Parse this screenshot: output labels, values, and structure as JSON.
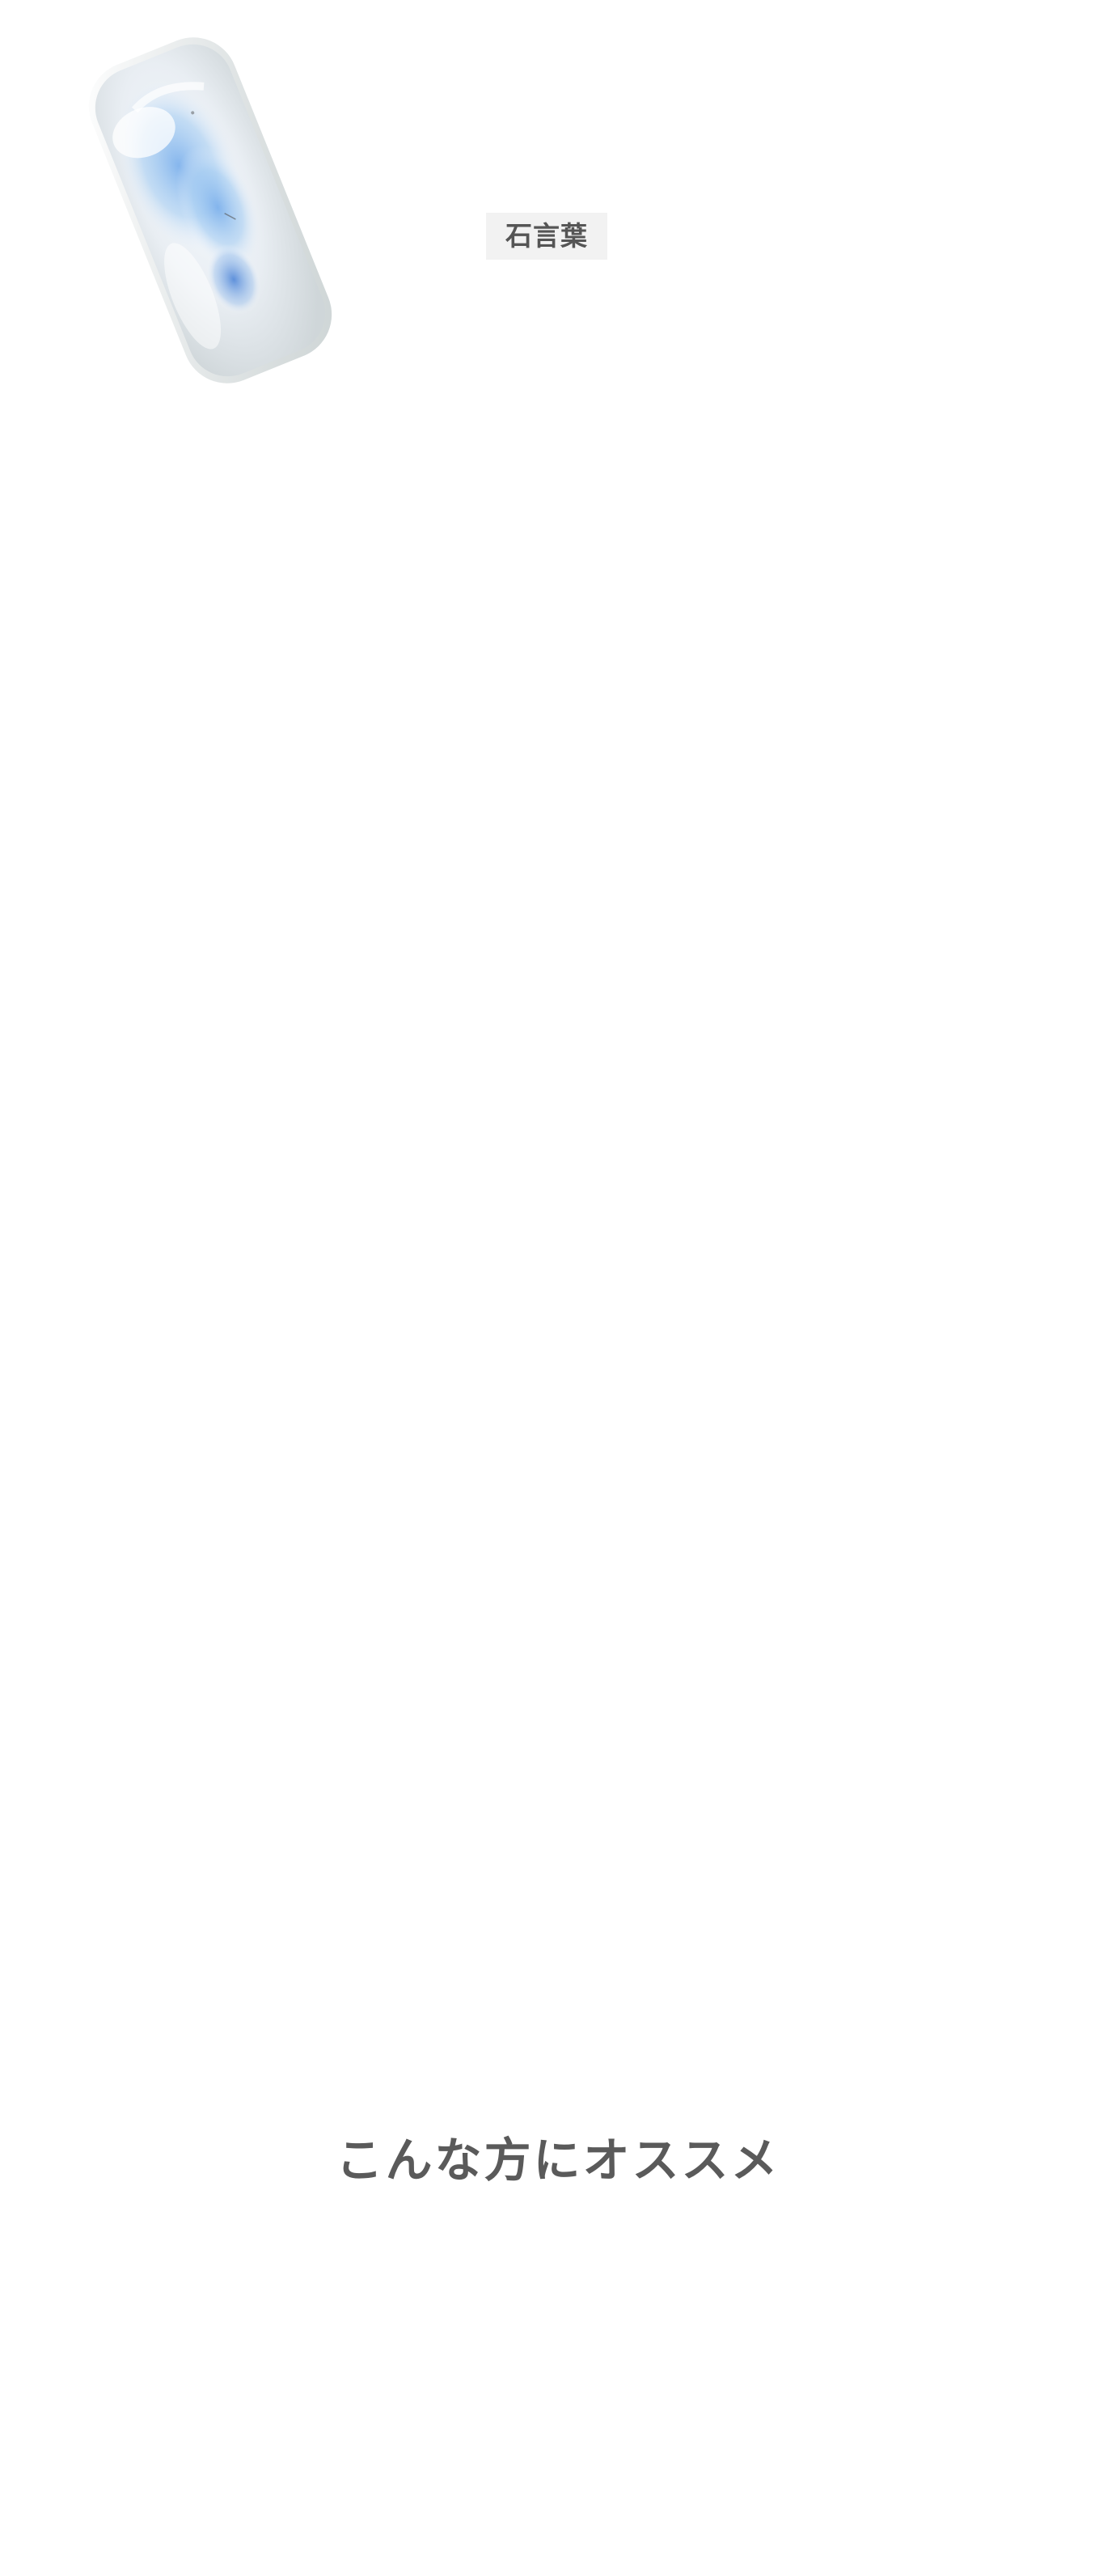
{
  "stone": {
    "icon": "moonstone-cabochon-image"
  },
  "tag": {
    "label": "石言葉"
  },
  "recommend": {
    "title": "こんな方にオススメ"
  },
  "colors": {
    "tag_bg": "#f2f2f2",
    "text": "#555555",
    "stone_sheen": "#8fb8ea"
  }
}
